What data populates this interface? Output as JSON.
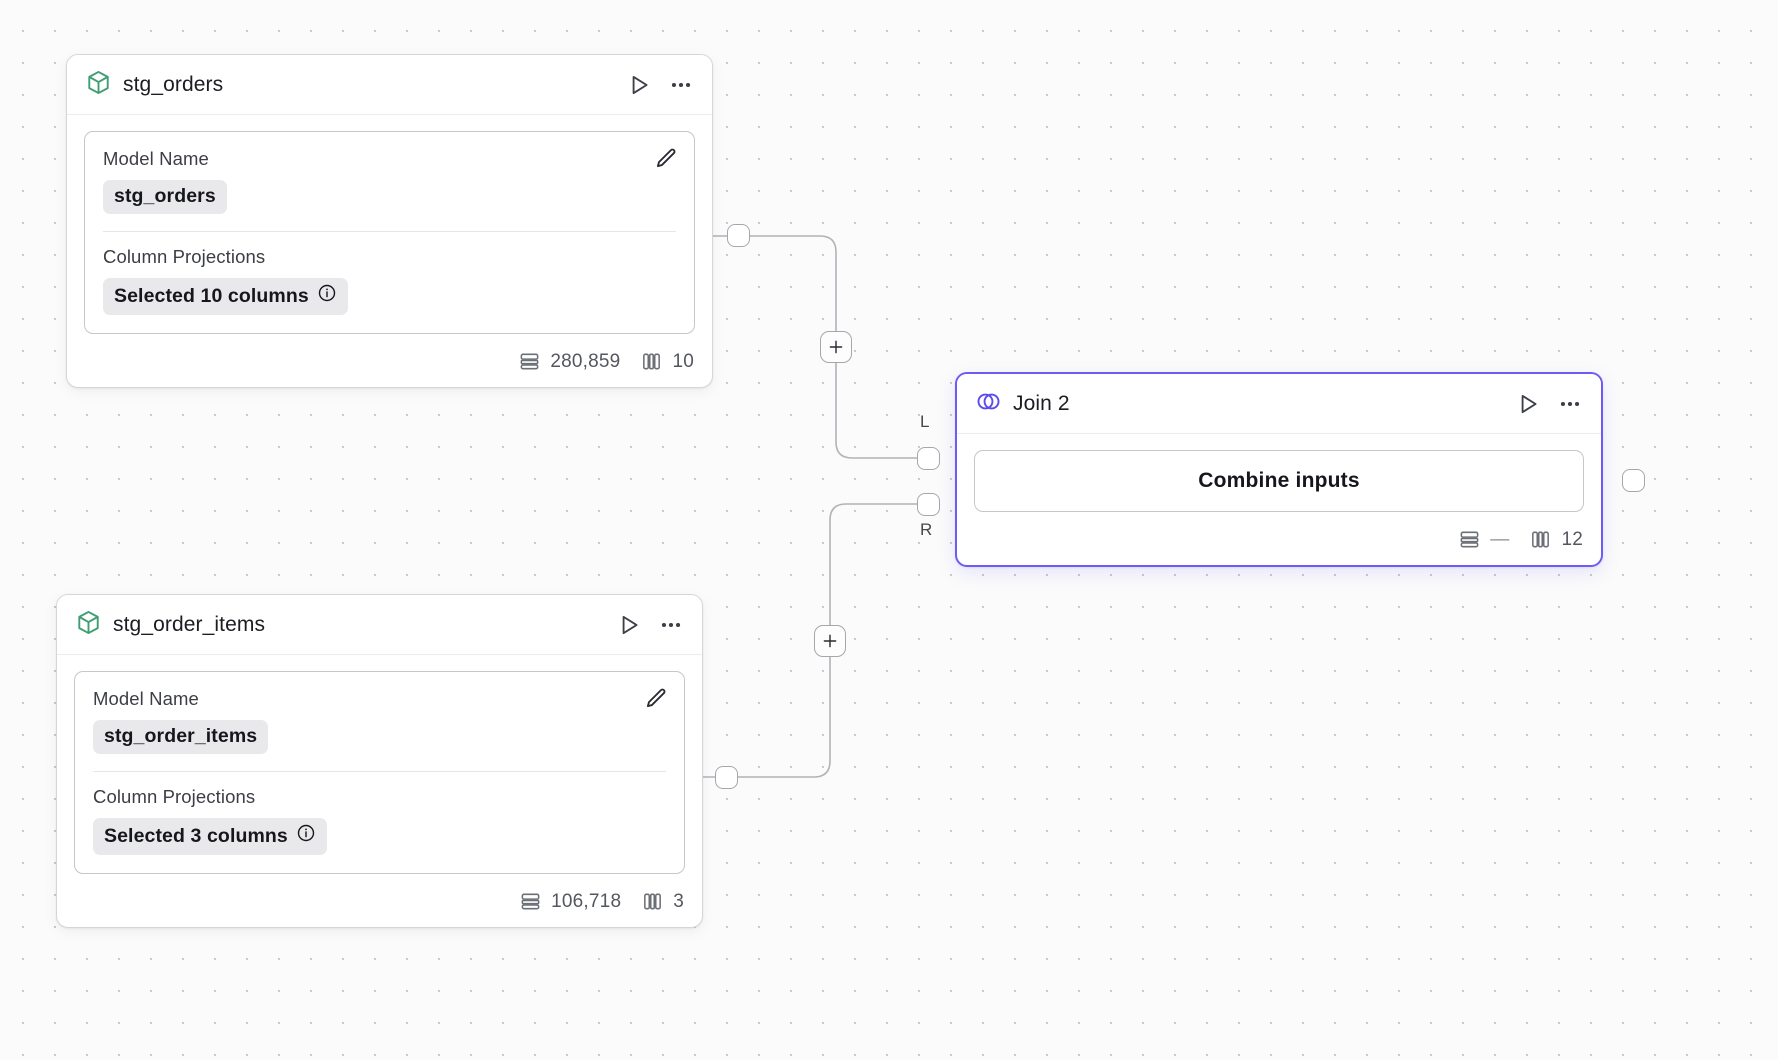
{
  "canvas": {
    "background_color": "#fbfbfb",
    "dot_color": "#c9c9cd",
    "accent_color": "#6c5cf5",
    "model_icon_color": "#3f9f72"
  },
  "nodes": [
    {
      "id": "stg_orders",
      "title": "stg_orders",
      "icon": "cube-icon",
      "type": "model",
      "selected": false,
      "fields": [
        {
          "label": "Model Name",
          "value": "stg_orders",
          "has_info": false
        },
        {
          "label": "Column Projections",
          "value": "Selected 10 columns",
          "has_info": true
        }
      ],
      "footer": {
        "rows": "280,859",
        "columns": "10"
      }
    },
    {
      "id": "stg_order_items",
      "title": "stg_order_items",
      "icon": "cube-icon",
      "type": "model",
      "selected": false,
      "fields": [
        {
          "label": "Model Name",
          "value": "stg_order_items",
          "has_info": false
        },
        {
          "label": "Column Projections",
          "value": "Selected 3 columns",
          "has_info": true
        }
      ],
      "footer": {
        "rows": "106,718",
        "columns": "3"
      }
    },
    {
      "id": "join_2",
      "title": "Join 2",
      "icon": "venn-join-icon",
      "type": "join",
      "selected": true,
      "combine_label": "Combine inputs",
      "footer": {
        "rows": "—",
        "columns": "12"
      }
    }
  ],
  "ports": {
    "left_label": "L",
    "right_label": "R"
  },
  "actions": {
    "run_label": "Run",
    "more_label": "More options",
    "edit_label": "Edit",
    "add_label": "+"
  }
}
